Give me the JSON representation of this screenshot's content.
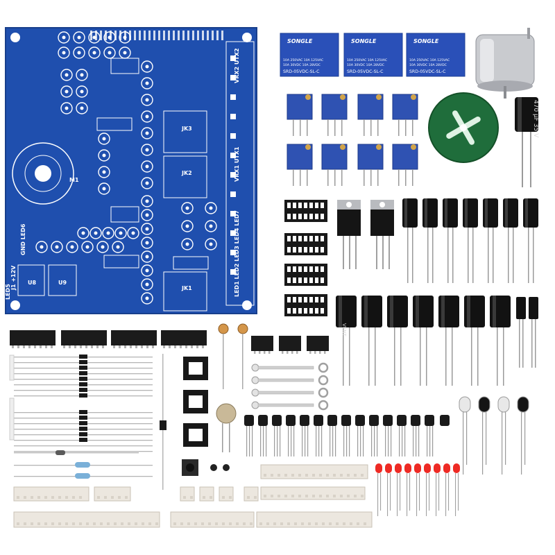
{
  "pcb": {
    "silk_labels": [
      "JK3",
      "JK2",
      "JK1",
      "M1",
      "U8",
      "U9",
      "LED5",
      "GND LED6",
      "J1 +12V",
      "VRX1 UTX1",
      "VRX2 UTX2",
      "LED1 LED2 LED3 LED4 LED7"
    ]
  },
  "relays": [
    {
      "brand": "SONGLE",
      "spec1": "10A 250VAC  10A 125VAC",
      "spec2": "10A 30VDC  10A 28VDC",
      "model": "SRD-05VDC-SL-C"
    },
    {
      "brand": "SONGLE",
      "spec1": "10A 250VAC  10A 125VAC",
      "spec2": "10A 30VDC  10A 28VDC",
      "model": "SRD-05VDC-SL-C"
    },
    {
      "brand": "SONGLE",
      "spec1": "10A 250VAC  10A 125VAC",
      "spec2": "10A 30VDC  10A 28VDC",
      "model": "SRD-05VDC-SL-C"
    }
  ],
  "big_capacitor": {
    "label": "470 μF 35 V"
  },
  "small_capacitor": {
    "label": "VENT"
  },
  "colors": {
    "pcb_blue": "#1f4fae",
    "relay_blue": "#2a50b8",
    "trimmer_blue": "#2f52b2",
    "ic_black": "#1b1b1b",
    "cap_black": "#121212",
    "green_board": "#1f6d3b",
    "led_red": "#ee2a24",
    "white_connector": "#ece7df"
  }
}
